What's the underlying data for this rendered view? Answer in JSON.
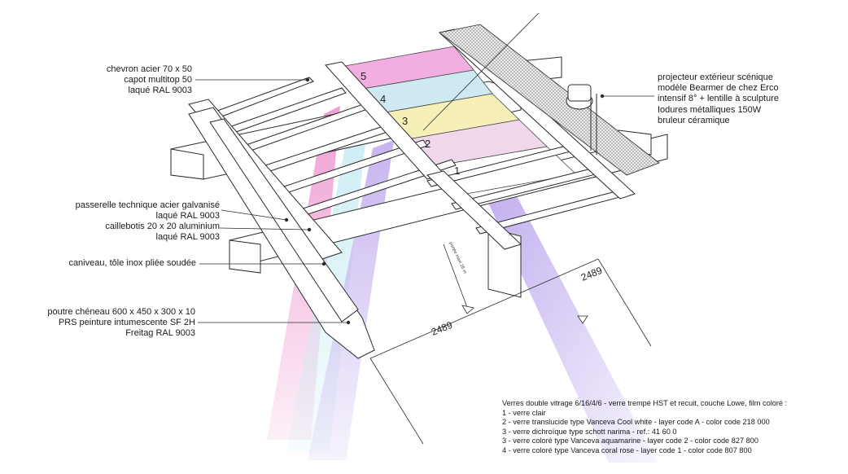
{
  "labels": {
    "chevron": [
      "chevron acier 70 x 50",
      "capot multitop 50",
      "laqué RAL 9003"
    ],
    "passerelle": [
      "passerelle technique acier galvanisé",
      "laqué RAL 9003"
    ],
    "caillebotis": [
      "caillebotis  20 x 20 aluminium",
      "laqué RAL 9003"
    ],
    "caniveau": [
      "caniveau, tôle inox pliée soudée"
    ],
    "poutre": [
      "poutre chéneau 600 x 450 x 300 x 10",
      "PRS peinture intumescente SF 2H",
      "Freitag RAL 9003"
    ],
    "projecteur": [
      "projecteur extérieur scénique",
      "modèle Bearmer de chez Erco",
      "intensif 8° + lentille à sculpture",
      "Iodures métalliques 150W",
      "bruleur céramique"
    ]
  },
  "panel_numbers": [
    "1",
    "2",
    "3",
    "4",
    "5"
  ],
  "dimensions": {
    "left": "2489",
    "right": "2489",
    "beam_note": "portée maxi 25 m"
  },
  "legend": {
    "title": "Verres double vitrage 6/16/4/6 - verre trempé HST et recuit, couche Lowe, film coloré :",
    "items": [
      "1 - verre clair",
      "2 - verre translucide type Vanceva Cool white - layer code A - color code 218 000",
      "3 - verre dichroïque type schott narima - ref.: 41 60 0",
      "3 - verre coloré type Vanceva aquamarine - layer code 2 - color code 827 800",
      "4 - verre coloré type Vanceva coral rose - layer code 1 - color code 807 800"
    ]
  },
  "colors": {
    "pink": "#ee9ad0",
    "cyan": "#c9ecf3",
    "violet": "#c4b0ee",
    "yellow": "#f6f0b8",
    "rose": "#f1d7ea",
    "line": "#2a2a2a"
  }
}
